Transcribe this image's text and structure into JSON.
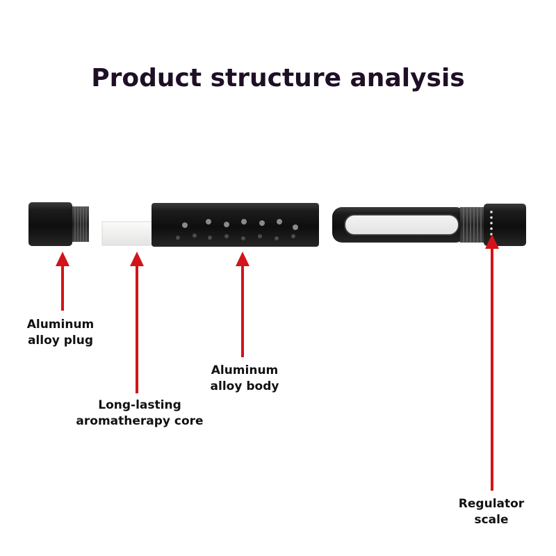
{
  "title": "Product structure analysis",
  "colors": {
    "title": "#1e0f26",
    "arrow": "#d2141a",
    "metal": "#1a1a1a",
    "core": "#f2f2f0",
    "label": "#111111"
  },
  "labels": {
    "plug": [
      "Aluminum",
      "alloy plug"
    ],
    "core": [
      "Long-lasting",
      "aromatherapy core"
    ],
    "body": [
      "Aluminum",
      "alloy body"
    ],
    "scale": [
      "Regulator",
      "scale"
    ]
  }
}
